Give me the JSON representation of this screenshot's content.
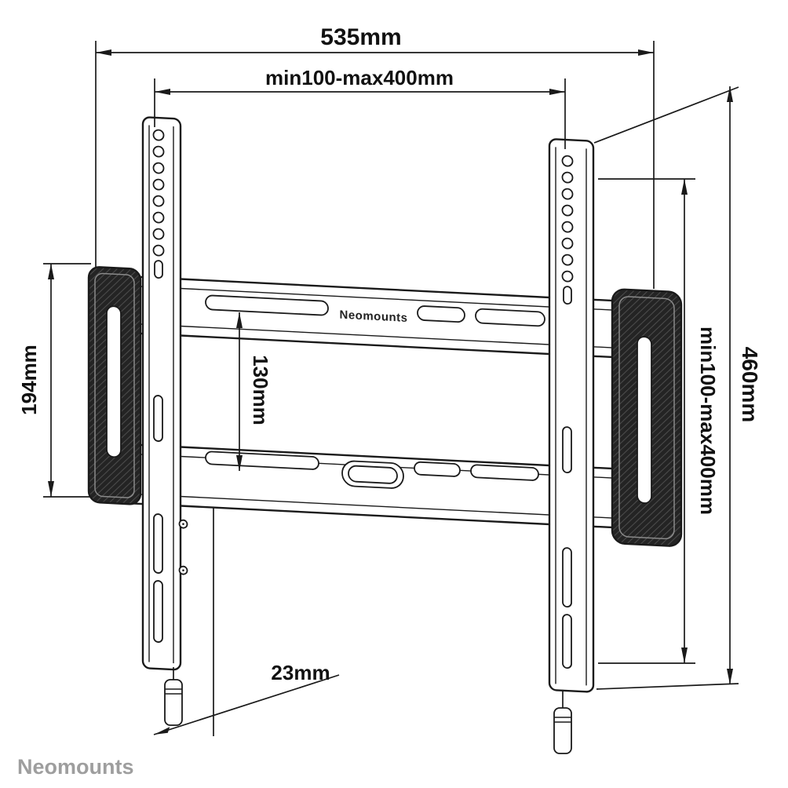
{
  "diagram": {
    "brand_logo": "Neomounts",
    "watermark": "Neomounts",
    "dimensions": {
      "total_width": "535mm",
      "vesa_width": "min100-max400mm",
      "left_height": "194mm",
      "hook_gap": "130mm",
      "vesa_height": "min100-max400mm",
      "total_height": "460mm",
      "depth": "23mm"
    }
  }
}
